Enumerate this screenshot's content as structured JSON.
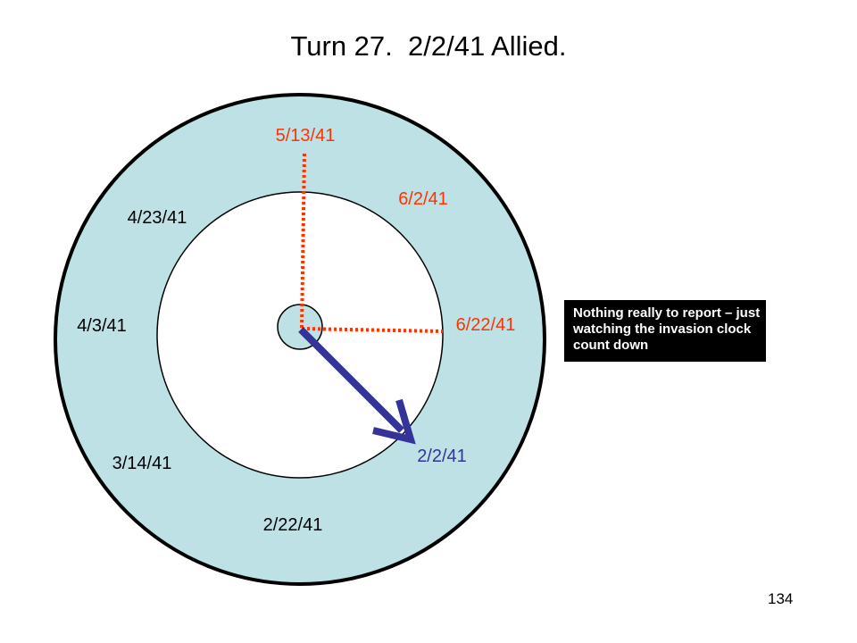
{
  "title": "Turn 27.  2/2/41 Allied.",
  "ring_dates": {
    "d_5_13": "5/13/41",
    "d_6_2": "6/2/41",
    "d_6_22": "6/22/41",
    "d_4_23": "4/23/41",
    "d_4_3": "4/3/41",
    "d_3_14": "3/14/41",
    "d_2_22": "2/22/41",
    "d_2_2": "2/2/41"
  },
  "note": "Nothing really to report – just watching the invasion clock count down",
  "page_number": "134",
  "colors": {
    "ring": "#bde1e4",
    "alert_red": "#ff3300",
    "arrow_blue": "#333399",
    "text": "#000000",
    "note_bg": "#000000",
    "note_text": "#ffffff"
  }
}
